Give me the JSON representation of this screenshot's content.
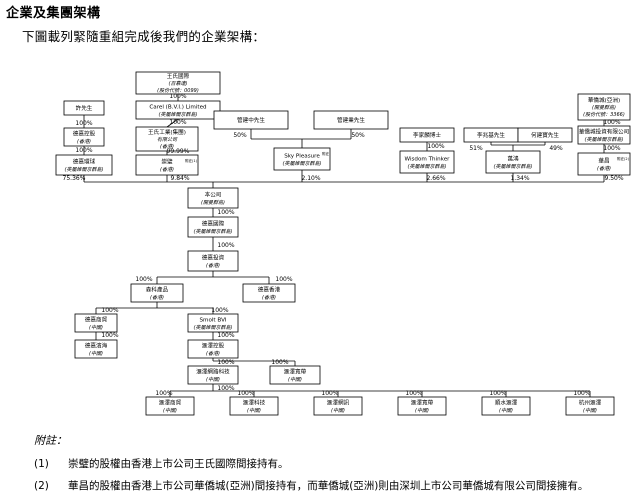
{
  "page": {
    "title": "企業及集團架構",
    "intro": "下圖載列緊隨重組完成後我們的企業架構："
  },
  "entities": [
    {
      "id": "wangshi",
      "lines": [
        "王氏國際",
        "(百慕達)",
        "(股份代號：0099)"
      ]
    },
    {
      "id": "xu",
      "lines": [
        "許先生"
      ]
    },
    {
      "id": "carel",
      "lines": [
        "Carel (B.V.I.) Limited",
        "(英屬維爾京群島)"
      ]
    },
    {
      "id": "dijia_kg",
      "lines": [
        "德嘉控股",
        "(香港)"
      ]
    },
    {
      "id": "wangshi_gongye",
      "lines": [
        "王氏工業(集團)",
        "有限公司",
        "(香港)"
      ]
    },
    {
      "id": "dijia_hq",
      "lines": [
        "德嘉環球",
        "(英屬維爾京群島)"
      ]
    },
    {
      "id": "chongbi",
      "lines": [
        "崇璧",
        "(香港)"
      ],
      "note": "附註(1)"
    },
    {
      "id": "guan1",
      "lines": [
        "管建中先生"
      ]
    },
    {
      "id": "guan2",
      "lines": [
        "管建業先生"
      ]
    },
    {
      "id": "sky",
      "lines": [
        "Sky Pleasure",
        "(英屬維爾京群島)"
      ],
      "note": "附註"
    },
    {
      "id": "li_dr",
      "lines": [
        "李家麟博士"
      ]
    },
    {
      "id": "li_xn",
      "lines": [
        "李兆基先生"
      ]
    },
    {
      "id": "he",
      "lines": [
        "何建寶先生"
      ]
    },
    {
      "id": "wisdom",
      "lines": [
        "Wisdom Thinker",
        "(英屬維爾京群島)"
      ]
    },
    {
      "id": "wancheng",
      "lines": [
        "萬鴻",
        "(英屬維爾京群島)"
      ]
    },
    {
      "id": "huaqiao",
      "lines": [
        "華僑城(亞洲)",
        "(開曼群島)",
        "(股份代號：3366)"
      ]
    },
    {
      "id": "huaqiao_inv",
      "lines": [
        "華僑城投資有限公司",
        "(英屬維爾京群島)"
      ]
    },
    {
      "id": "huachang",
      "lines": [
        "華昌",
        "(香港)"
      ],
      "note": "附註(2)"
    },
    {
      "id": "company",
      "lines": [
        "本公司",
        "(開曼群島)"
      ]
    },
    {
      "id": "dijia_intl",
      "lines": [
        "德嘉國際",
        "(英屬維爾京群島)"
      ]
    },
    {
      "id": "dijia_inv",
      "lines": [
        "德嘉投資",
        "(香港)"
      ]
    },
    {
      "id": "senke",
      "lines": [
        "森科產品",
        "(香港)"
      ]
    },
    {
      "id": "dijia_hk",
      "lines": [
        "德嘉香港",
        "(香港)"
      ]
    },
    {
      "id": "dijia_trade",
      "lines": [
        "德嘉商貿",
        "(中國)"
      ]
    },
    {
      "id": "smolt",
      "lines": [
        "Smolt BVI",
        "(英屬維爾京群島)"
      ]
    },
    {
      "id": "dijia_binhai",
      "lines": [
        "德嘉濱海",
        "(中國)"
      ]
    },
    {
      "id": "huize_kg",
      "lines": [
        "滙澤控股",
        "(香港)"
      ]
    },
    {
      "id": "huize_tech",
      "lines": [
        "滙澤網路科技",
        "(中國)"
      ]
    },
    {
      "id": "huize_kuanju",
      "lines": [
        "滙澤寬帶",
        "(中國)"
      ]
    },
    {
      "id": "sub1",
      "lines": [
        "滙澤商貿",
        "(中國)"
      ]
    },
    {
      "id": "sub2",
      "lines": [
        "滙澤科技",
        "(中國)"
      ]
    },
    {
      "id": "sub3",
      "lines": [
        "滙澤網訊",
        "(中國)"
      ]
    },
    {
      "id": "sub4",
      "lines": [
        "滙澤寬帶",
        "(中國)"
      ]
    },
    {
      "id": "sub5",
      "lines": [
        "順水滙澤",
        "(中國)"
      ]
    },
    {
      "id": "sub6",
      "lines": [
        "杭州滙澤",
        "(中國)"
      ]
    }
  ],
  "percentages": [
    {
      "id": "p_wangshi",
      "text": "100%"
    },
    {
      "id": "p_xu",
      "text": "100%"
    },
    {
      "id": "p_carel",
      "text": "100%"
    },
    {
      "id": "p_dijiakg",
      "text": "100%"
    },
    {
      "id": "p_wsgy",
      "text": "99.99%"
    },
    {
      "id": "p_guan1",
      "text": "50%"
    },
    {
      "id": "p_guan2",
      "text": "50%"
    },
    {
      "id": "p_lidr",
      "text": "100%"
    },
    {
      "id": "p_lixn",
      "text": "51%"
    },
    {
      "id": "p_he",
      "text": "49%"
    },
    {
      "id": "p_hq1",
      "text": "100%"
    },
    {
      "id": "p_hq2",
      "text": "100%"
    },
    {
      "id": "s1",
      "text": "75.36%"
    },
    {
      "id": "s2",
      "text": "9.84%"
    },
    {
      "id": "s3",
      "text": "2.10%"
    },
    {
      "id": "s4",
      "text": "2.66%"
    },
    {
      "id": "s5",
      "text": "1.34%"
    },
    {
      "id": "s6",
      "text": "9.50%"
    },
    {
      "id": "c1",
      "text": "100%"
    },
    {
      "id": "c2",
      "text": "100%"
    },
    {
      "id": "c3",
      "text": "100%"
    },
    {
      "id": "c4",
      "text": "100%"
    },
    {
      "id": "c5",
      "text": "100%"
    },
    {
      "id": "c6",
      "text": "100%"
    },
    {
      "id": "c7",
      "text": "100%"
    },
    {
      "id": "c8",
      "text": "100%"
    },
    {
      "id": "c9",
      "text": "100%"
    },
    {
      "id": "c10",
      "text": "100%"
    },
    {
      "id": "c11",
      "text": "100%"
    },
    {
      "id": "c12",
      "text": "100%"
    },
    {
      "id": "c13",
      "text": "100%"
    },
    {
      "id": "c14",
      "text": "100%"
    },
    {
      "id": "c15",
      "text": "100%"
    },
    {
      "id": "c16",
      "text": "100%"
    },
    {
      "id": "c17",
      "text": "100%"
    }
  ],
  "notes": {
    "label": "附註：",
    "items": [
      {
        "num": "(1)",
        "text": "崇璧的股權由香港上市公司王氏國際間接持有。"
      },
      {
        "num": "(2)",
        "text": "華昌的股權由香港上市公司華僑城(亞洲)間接持有，而華僑城(亞洲)則由深圳上市公司華僑城有限公司間接擁有。"
      }
    ]
  }
}
